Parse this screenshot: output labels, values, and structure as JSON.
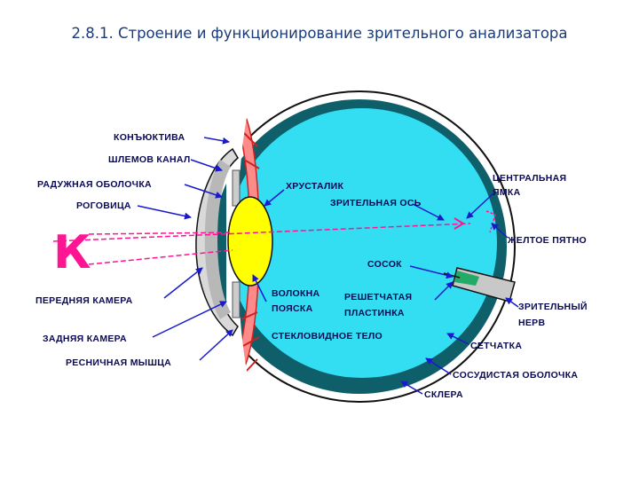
{
  "title": "2.8.1. Строение  и функционирование зрительного анализатора",
  "big_letter": "К",
  "labels": {
    "konyuktiva": "КОНЪЮКТИВА",
    "shlemov": "ШЛЕМОВ КАНАЛ",
    "raduzhnaya": "РАДУЖНАЯ ОБОЛОЧКА",
    "rogovitsa": "РОГОВИЦА",
    "perednyaya": "ПЕРЕДНЯЯ КАМЕРА",
    "zadnyaya": "ЗАДНЯЯ КАМЕРА",
    "resnichnaya": "РЕСНИЧНАЯ МЫШЦА",
    "khrustalik": "ХРУСТАЛИК",
    "os": "ЗРИТЕЛЬНАЯ ОСЬ",
    "volokna1": "ВОЛОКНА",
    "volokna2": "ПОЯСКА",
    "reshet1": "РЕШЕТЧАТАЯ",
    "reshet2": "ПЛАСТИНКА",
    "sosok": "СОСОК",
    "steklo": "СТЕКЛОВИДНОЕ ТЕЛО",
    "tsentr1": "ЦЕНТРАЛЬНАЯ",
    "tsentr2": "ЯМКА",
    "zheltoe": "ЖЕЛТОЕ ПЯТНО",
    "nerv1": "ЗРИТЕЛЬНЫЙ",
    "nerv2": "НЕРВ",
    "setchatka": "СЕТЧАТКА",
    "sosudistaya": "СОСУДИСТАЯ ОБОЛОЧКА",
    "sklera": "СКЛЕРА"
  },
  "colors": {
    "title": "#1a3a7a",
    "vitreous": "#33ddf2",
    "choroid": "#0f5f6a",
    "lens": "#ffff00",
    "light_ray": "#ff1493",
    "pointer": "#1a1acc"
  }
}
